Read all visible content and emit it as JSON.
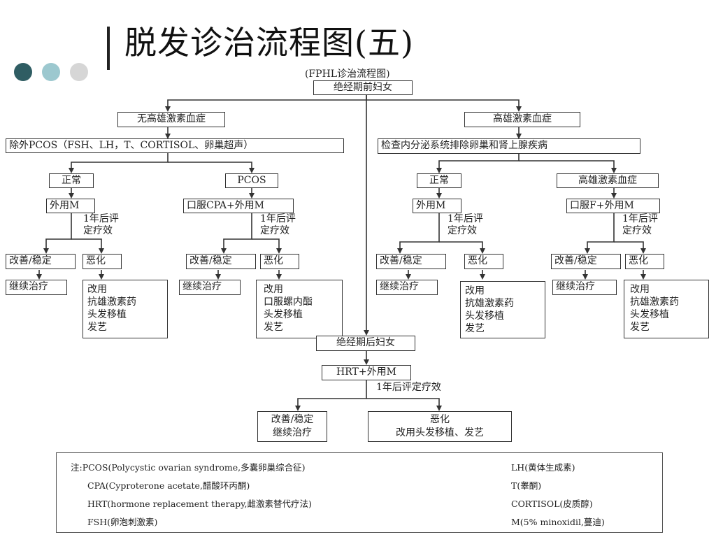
{
  "slide": {
    "title": "脱发诊治流程图(五)",
    "subtitle": "(FPHL诊治流程图)",
    "accent_colors": [
      "#2f5d63",
      "#9cc8cf",
      "#d6d6d6"
    ]
  },
  "flow": {
    "root": "绝经期前妇女",
    "left_branch": {
      "head": "无高雄激素血症",
      "exclude": "除外PCOS（FSH、LH，T、CORTISOL、卵巢超声）",
      "normal": {
        "label": "正常",
        "treat": "外用M",
        "eval": [
          "1年后评",
          "定疗效"
        ],
        "improve": "改善/稳定",
        "worse": "恶化",
        "continue": "继续治疗",
        "alt": [
          "改用",
          "抗雄激素药",
          "头发移植",
          "发艺"
        ]
      },
      "pcos": {
        "label": "PCOS",
        "treat": "口服CPA+外用M",
        "eval": [
          "1年后评",
          "定疗效"
        ],
        "improve": "改善/稳定",
        "worse": "恶化",
        "continue": "继续治疗",
        "alt": [
          "改用",
          "口服螺内酯",
          "头发移植",
          "发艺"
        ]
      }
    },
    "right_branch": {
      "head": "高雄激素血症",
      "exclude": "检查内分泌系统排除卵巢和肾上腺疾病",
      "normal": {
        "label": "正常",
        "treat": "外用M",
        "eval": [
          "1年后评",
          "定疗效"
        ],
        "improve": "改善/稳定",
        "worse": "恶化",
        "continue": "继续治疗",
        "alt": [
          "改用",
          "抗雄激素药",
          "头发移植",
          "发艺"
        ]
      },
      "hyper": {
        "label": "高雄激素血症",
        "treat": "口服F+外用M",
        "eval": [
          "1年后评",
          "定疗效"
        ],
        "improve": "改善/稳定",
        "worse": "恶化",
        "continue": "继续治疗",
        "alt": [
          "改用",
          "抗雄激素药",
          "头发移植",
          "发艺"
        ]
      }
    },
    "post": {
      "root": "绝经期后妇女",
      "treat": "HRT+外用M",
      "eval": "1年后评定疗效",
      "improve": [
        "改善/稳定",
        "继续治疗"
      ],
      "worse": [
        "恶化",
        "改用头发移植、发艺"
      ]
    }
  },
  "notes": {
    "left": [
      "注:PCOS(Polycystic ovarian syndrome,多囊卵巢综合征)",
      "CPA(Cyproterone acetate,醋酸环丙酮)",
      "HRT(hormone replacement therapy,雌激素替代疗法)",
      "FSH(卵泡刺激素)"
    ],
    "right": [
      "LH(黄体生成素)",
      "T(睾酮)",
      "CORTISOL(皮质醇)",
      "M(5% minoxidil,蔓迪)"
    ]
  }
}
